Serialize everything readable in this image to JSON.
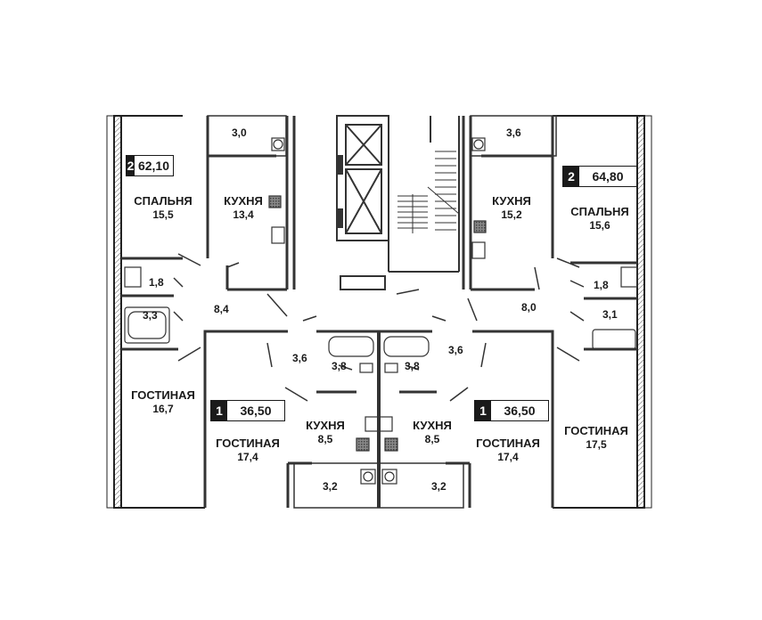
{
  "apartments": [
    {
      "rooms": "2",
      "area": "62,10"
    },
    {
      "rooms": "2",
      "area": "64,80"
    },
    {
      "rooms": "1",
      "area": "36,50"
    },
    {
      "rooms": "1",
      "area": "36,50"
    }
  ],
  "rooms": {
    "bedroom_left": {
      "name": "СПАЛЬНЯ",
      "area": "15,5"
    },
    "kitchen_left": {
      "name": "КУХНЯ",
      "area": "13,4"
    },
    "kitchen_right": {
      "name": "КУХНЯ",
      "area": "15,2"
    },
    "bedroom_right": {
      "name": "СПАЛЬНЯ",
      "area": "15,6"
    },
    "living_far_left": {
      "name": "ГОСТИНАЯ",
      "area": "16,7"
    },
    "living_left": {
      "name": "ГОСТИНАЯ",
      "area": "17,4"
    },
    "kitchen_center_left": {
      "name": "КУХНЯ",
      "area": "8,5"
    },
    "kitchen_center_right": {
      "name": "КУХНЯ",
      "area": "8,5"
    },
    "living_right": {
      "name": "ГОСТИНАЯ",
      "area": "17,4"
    },
    "living_far_right": {
      "name": "ГОСТИНАЯ",
      "area": "17,5"
    }
  },
  "small_areas": {
    "balcony_top_left": "3,0",
    "balcony_top_right": "3,6",
    "wc_left": "1,8",
    "bath_left": "3,3",
    "hall_left": "8,4",
    "hall_right": "8,0",
    "wc_right": "1,8",
    "bath_right": "3,1",
    "hall_center_left": "3,6",
    "hall_center_right": "3,6",
    "bath_center_left": "3,8",
    "bath_center_right": "3,8",
    "balcony_bottom_left": "3,2",
    "balcony_bottom_right": "3,2"
  }
}
